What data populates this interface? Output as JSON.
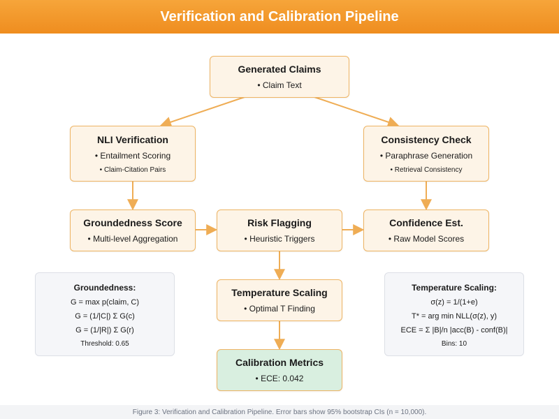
{
  "header": {
    "title": "Verification and Calibration Pipeline"
  },
  "nodes": {
    "generated_claims": {
      "title": "Generated Claims",
      "sub": "• Claim Text"
    },
    "nli_verification": {
      "title": "NLI Verification",
      "sub": "• Entailment Scoring",
      "sub2": "• Claim-Citation Pairs"
    },
    "consistency_check": {
      "title": "Consistency Check",
      "sub": "• Paraphrase Generation",
      "sub2": "• Retrieval Consistency"
    },
    "groundedness_score": {
      "title": "Groundedness Score",
      "sub": "• Multi-level Aggregation"
    },
    "risk_flagging": {
      "title": "Risk Flagging",
      "sub": "• Heuristic Triggers"
    },
    "confidence_est": {
      "title": "Confidence Est.",
      "sub": "• Raw Model Scores"
    },
    "temperature_scaling": {
      "title": "Temperature Scaling",
      "sub": "• Optimal T Finding"
    },
    "calibration_metrics": {
      "title": "Calibration Metrics",
      "sub": "• ECE: 0.042"
    }
  },
  "notes": {
    "groundedness": {
      "title": "Groundedness:",
      "lines": [
        "G = max p(claim, C)",
        "G = (1/|C|) Σ G(c)",
        "G = (1/|R|) Σ G(r)"
      ],
      "meta": "Threshold: 0.65"
    },
    "temperature": {
      "title": "Temperature Scaling:",
      "lines": [
        "σ(z) = 1/(1+e)",
        "T* = arg min NLL(σ(z), y)",
        "ECE = Σ |B|/n |acc(B) - conf(B)|"
      ],
      "meta": "Bins: 10"
    }
  },
  "footer": {
    "caption": "Figure 3: Verification and Calibration Pipeline. Error bars show 95% bootstrap CIs (n = 10,000)."
  },
  "colors": {
    "header": "#ef8d1f",
    "node_fill": "#fdf4e7",
    "node_border": "#eeb463",
    "arrow": "#efad55",
    "metrics_fill": "#d9efe0",
    "note_fill": "#f5f6f9"
  }
}
